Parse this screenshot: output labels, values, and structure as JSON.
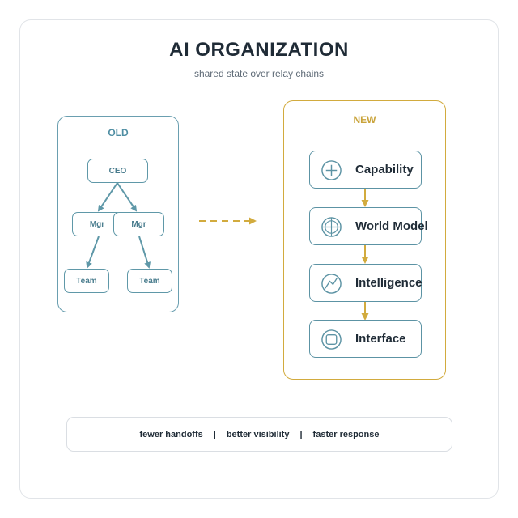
{
  "header": {
    "title": "AI ORGANIZATION",
    "subtitle": "shared state over relay chains"
  },
  "old_panel": {
    "label": "OLD",
    "nodes": {
      "ceo": "CEO",
      "mgr_left": "Mgr",
      "mgr_right": "Mgr",
      "team_left": "Team",
      "team_right": "Team"
    }
  },
  "new_panel": {
    "label": "NEW",
    "layers": [
      {
        "label": "Capability",
        "icon": "plus-circle-icon"
      },
      {
        "label": "World Model",
        "icon": "globe-icon"
      },
      {
        "label": "Intelligence",
        "icon": "gauge-icon"
      },
      {
        "label": "Interface",
        "icon": "screen-icon"
      }
    ]
  },
  "footer": {
    "items": [
      "fewer handoffs",
      "better visibility",
      "faster response"
    ],
    "separator": "|"
  },
  "colors": {
    "old_accent": "#5f98a8",
    "new_accent": "#d2ab3e",
    "text_dark": "#1f2b36"
  }
}
